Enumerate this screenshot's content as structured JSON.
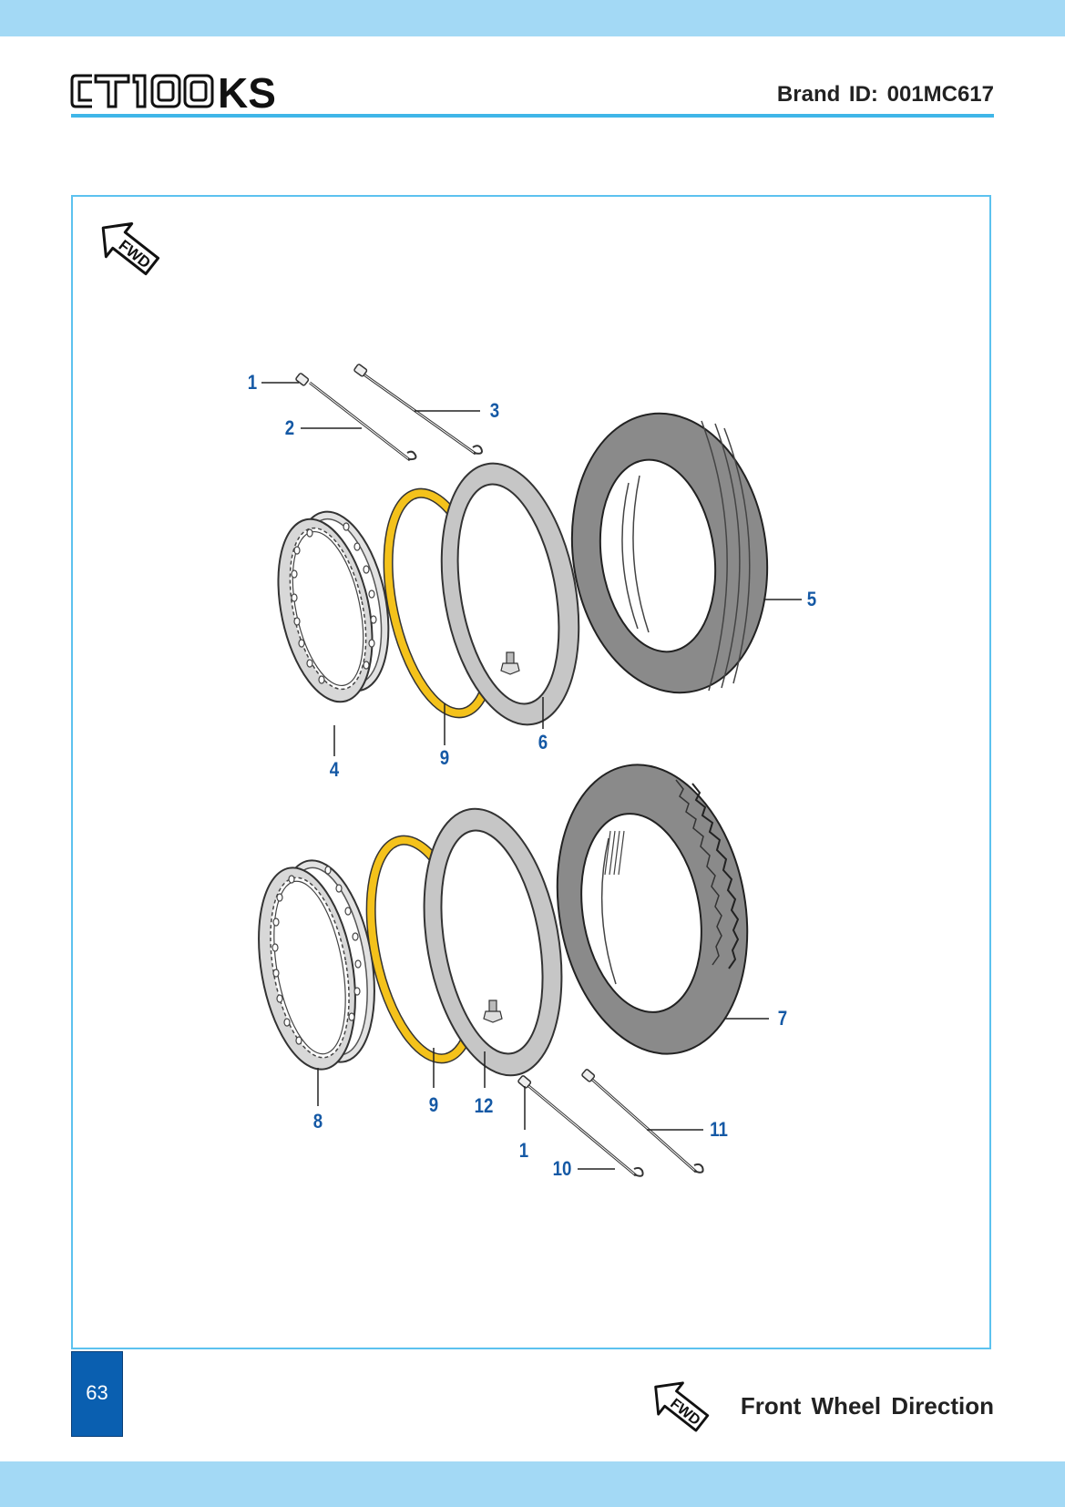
{
  "header": {
    "logo_text": "CT100 KS",
    "brand_id": "Brand ID: 001MC617"
  },
  "diagram": {
    "callouts": [
      "1",
      "2",
      "3",
      "4",
      "9",
      "6",
      "5",
      "8",
      "9",
      "12",
      "7",
      "1",
      "10",
      "11"
    ]
  },
  "icons": {
    "fwd_top": "fwd-arrow-icon",
    "fwd_bottom": "fwd-arrow-icon",
    "fwd_text": "FWD"
  },
  "footer": {
    "page_number": "63",
    "caption": "Front Wheel Direction"
  },
  "colors": {
    "band": "#a3d9f5",
    "rule": "#3fb6e8",
    "callout": "#1559a5",
    "page_tab": "#0a5fb0",
    "rim_band": "#f4c21b",
    "tire": "#8a8a8a",
    "tube": "#c6c6c6"
  }
}
